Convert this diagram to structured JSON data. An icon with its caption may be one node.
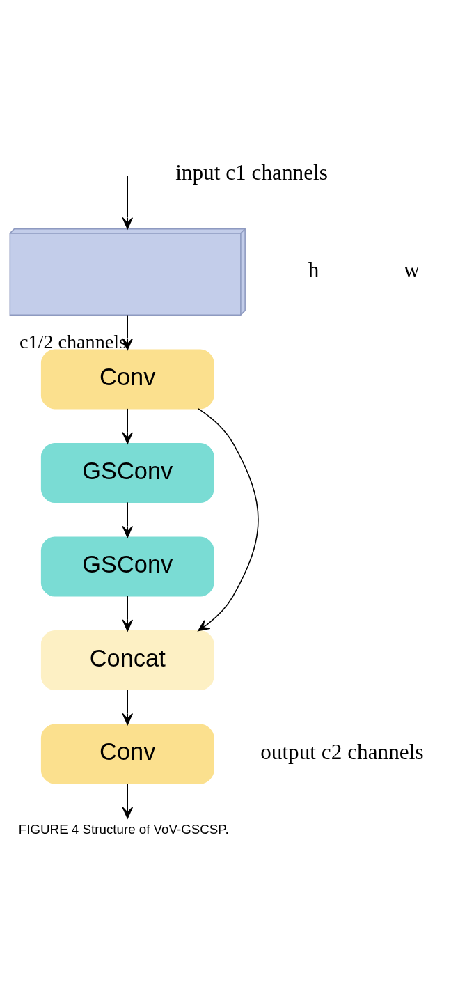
{
  "diagram": {
    "caption": "FIGURE 4 Structure of VoV-GSCSP.",
    "nodes": [
      {
        "text": [],
        "shape": "box"
      },
      {
        "text": [
          "Conv"
        ]
      },
      {
        "text": [
          "GSConv"
        ]
      },
      {
        "text": [
          "GSConv"
        ]
      },
      {
        "text": [
          "Concat"
        ]
      },
      {
        "text": [
          "Conv"
        ]
      }
    ],
    "edges": [
      {
        "from": null,
        "to": 0,
        "arrow": "to"
      },
      {
        "from": 0,
        "to": 1,
        "arrow": "to",
        "label": "c1/2 channels"
      },
      {
        "from": 1,
        "to": 2,
        "arrow": "to"
      },
      {
        "from": 2,
        "to": 3,
        "arrow": "to"
      },
      {
        "from": 3,
        "to": 4,
        "arrow": "to"
      },
      {
        "from": 1,
        "to": 4,
        "arrow": "to"
      },
      {
        "from": 4,
        "to": 5,
        "arrow": "to"
      },
      {
        "from": 5,
        "to": null,
        "arrow": "to"
      }
    ],
    "labels": [
      "input c1 channels",
      "h",
      "w",
      "output c2 channels"
    ]
  }
}
